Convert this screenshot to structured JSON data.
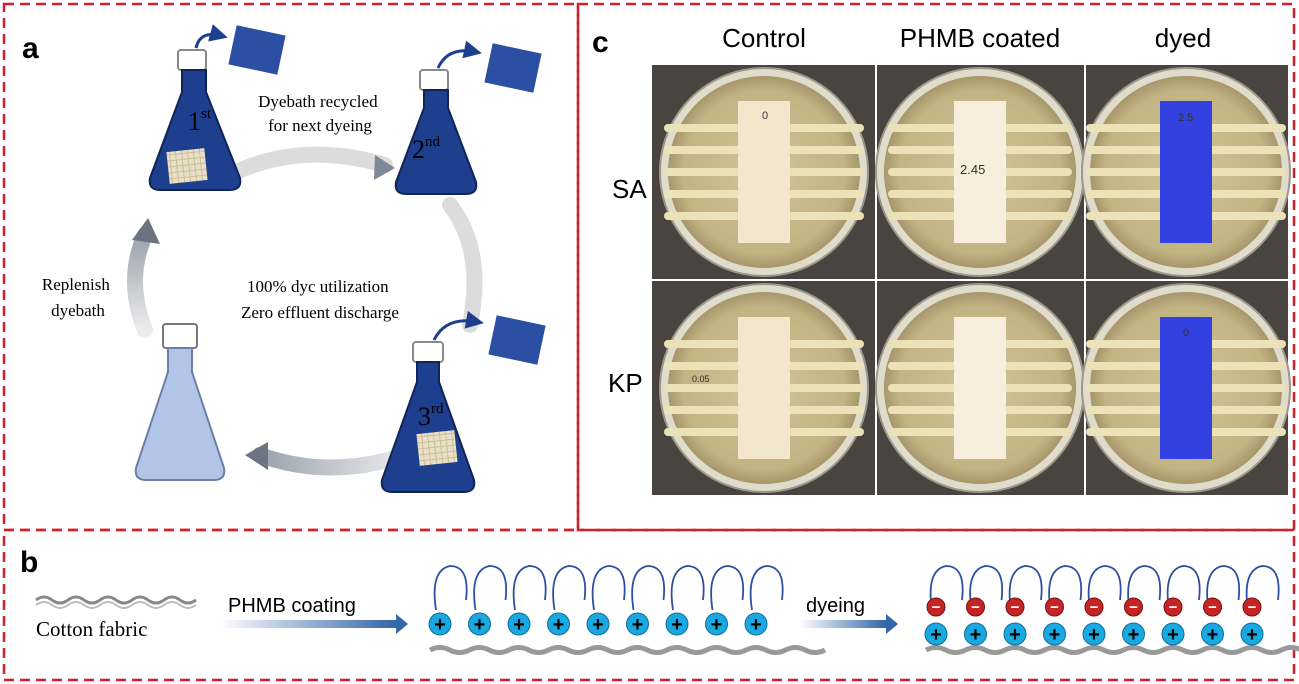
{
  "panels": {
    "a": {
      "letter": "a",
      "flask1": {
        "label": "1",
        "sup": "st"
      },
      "flask2": {
        "label": "2",
        "sup": "nd"
      },
      "flask3": {
        "label": "3",
        "sup": "rd"
      },
      "recycle_text": [
        "Dyebath recycled",
        "for next dyeing"
      ],
      "replenish_text": [
        "Replenish",
        "dyebath"
      ],
      "center_text": [
        "100% dyc utilization",
        "Zero effluent discharge"
      ]
    },
    "b": {
      "letter": "b",
      "fabric_label": "Cotton fabric",
      "coating_label": "PHMB coating",
      "dyeing_label": "dyeing",
      "plus": "+",
      "minus": "−"
    },
    "c": {
      "letter": "c",
      "columns": [
        "Control",
        "PHMB coated",
        "dyed"
      ],
      "rows": [
        "SA",
        "KP"
      ],
      "plate_marks": {
        "sa_control_top": "0",
        "sa_coated_center": "2.45",
        "sa_dyed_top": "2.5",
        "kp_dyed_top": "0",
        "kp_control_left": "0.05"
      }
    }
  },
  "colors": {
    "border": "#d0202a",
    "flask_dye": "#1e3f8e",
    "flask_light": "#b3c5e6",
    "fabric_blue": "#2b4fa3",
    "dyed_blue": "#3340e0",
    "bead_cyan": "#1aa8e0",
    "bead_red": "#c42424",
    "agar": "#c3b587",
    "photo_bg": "#4a4440"
  }
}
